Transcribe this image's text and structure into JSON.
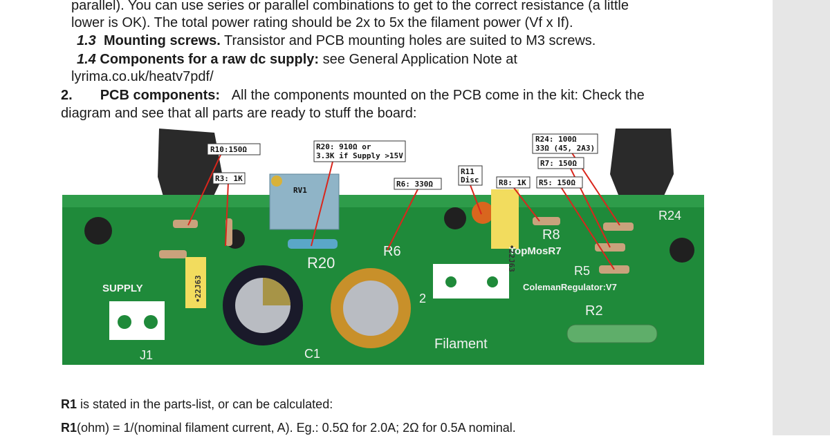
{
  "document": {
    "line1": "parallel). You can use series or parallel combinations to get to the correct resistance (a little",
    "line2": "lower is OK). The total power rating should be 2x to 5x the filament power (Vf x If).",
    "item13": {
      "num": "1.3",
      "title": "Mounting screws.",
      "text": "Transistor and PCB mounting holes are suited to M3 screws."
    },
    "item14": {
      "num": "1.4",
      "title": "Components for a raw dc supply:",
      "text": "see General Application Note at"
    },
    "link_line": "lyrima.co.uk/heatv7pdf/",
    "section2": {
      "num": "2.",
      "title": "PCB components:",
      "text": "All the components mounted on the PCB come in the kit: Check the"
    },
    "section2_cont": "diagram and see that all parts are ready to stuff the board:",
    "r1_line": {
      "bold": "R1",
      "text": " is stated in the parts-list, or can be calculated:"
    },
    "r1_formula": {
      "bold": "R1",
      "text": "(ohm) = 1/(nominal filament current, A). Eg.: 0.5Ω for 2.0A; 2Ω for 0.5A nominal."
    }
  },
  "photo": {
    "labels": {
      "r10": "R10:150Ω",
      "r3": "R3: 1K",
      "r20_a": "R20: 910Ω or",
      "r20_b": "3.3K if Supply >15V",
      "rv1": "RV1",
      "r6": "R6: 330Ω",
      "r11_a": "R11",
      "r11_b": "Disc",
      "r8": "R8: 1K",
      "r24_a": "R24: 100Ω",
      "r24_b": "33Ω (45, 2A3)",
      "r7": "R7: 150Ω",
      "r5": "R5: 150Ω"
    },
    "silkscreen": {
      "supply": "SUPPLY",
      "r20": "R20",
      "r6": "R6",
      "r8": "R8",
      "r7": "TopMosR7",
      "r5": "R5",
      "regulator": "ColemanRegulator:V7",
      "r2": "R2",
      "filament": "Filament",
      "c1": "C1",
      "j1": "J1",
      "c2": "2",
      "r24": "R24",
      "cap_code": "•22J63",
      "cap_code2": "•22J63"
    },
    "colors": {
      "pcb": "#1f8a3a",
      "leader": "#d9261c",
      "heatsink": "#2a2a2a"
    }
  }
}
